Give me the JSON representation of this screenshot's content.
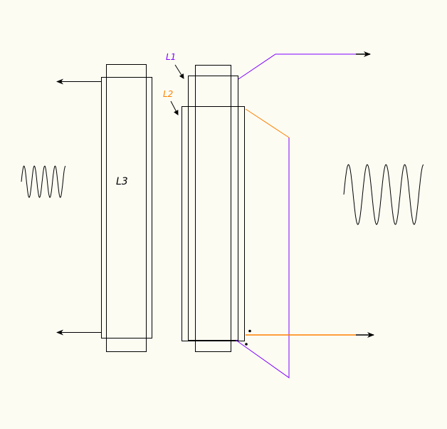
{
  "labels": {
    "l1": "L1",
    "l2": "L2",
    "l3": "L3"
  },
  "colors": {
    "background": "#fcfcf3",
    "l1": "#8000ff",
    "l2": "#ff8000",
    "line": "#000000"
  },
  "icons": [
    "arrow-left-icon",
    "arrow-right-icon",
    "sine-wave-icon"
  ]
}
